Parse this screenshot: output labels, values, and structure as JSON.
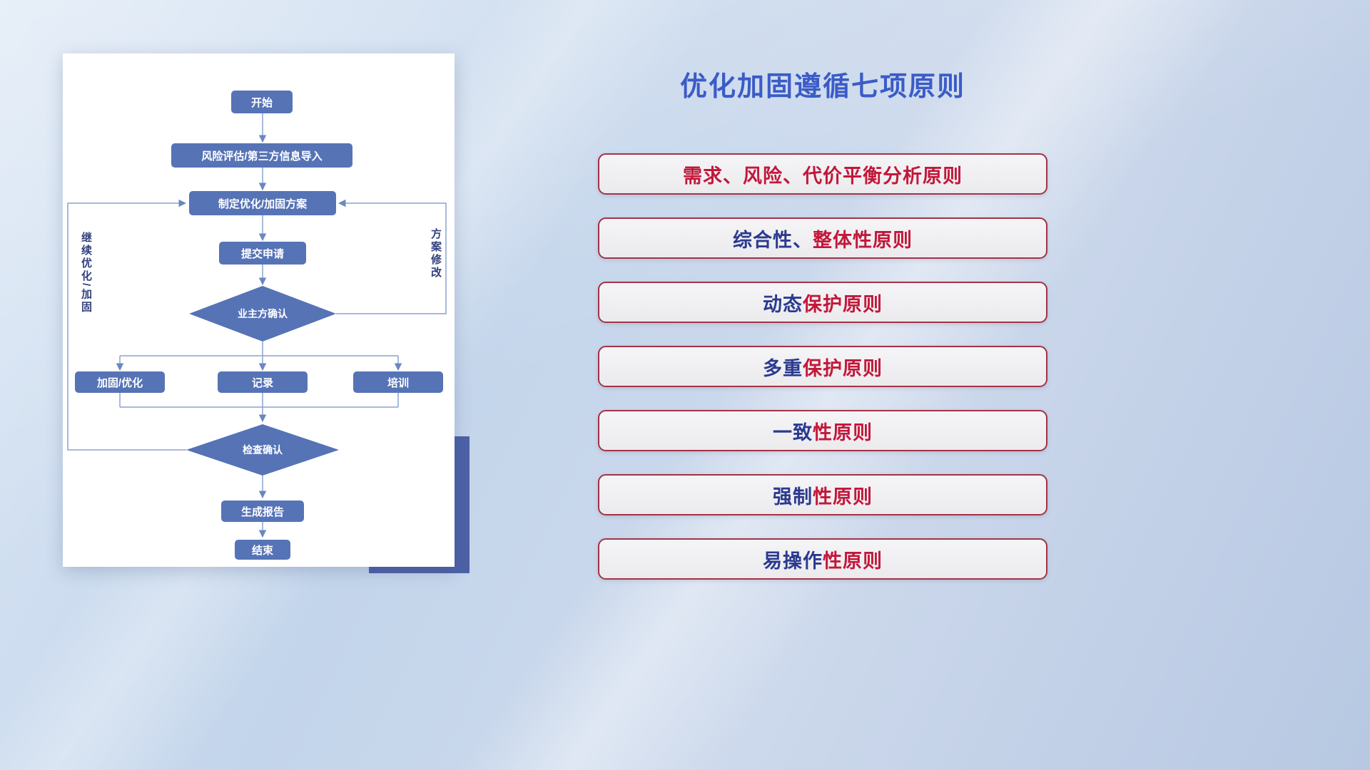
{
  "colors": {
    "red": "#c2183a",
    "blue": "#2b3a8f",
    "title_blue": "#3b5bc7",
    "node_fill": "#5673b6",
    "connector": "#8aa2cf",
    "accent_rect": "#4d61a6"
  },
  "right_panel": {
    "title": "优化加固遵循七项原则"
  },
  "principles": {
    "items": [
      {
        "segments": [
          {
            "text": "需求、风险、代价平衡分析原则",
            "color": "red"
          }
        ]
      },
      {
        "segments": [
          {
            "text": "综合性、",
            "color": "blue"
          },
          {
            "text": "整体性原则",
            "color": "red"
          }
        ]
      },
      {
        "segments": [
          {
            "text": "动态",
            "color": "blue"
          },
          {
            "text": "保护原则",
            "color": "red"
          }
        ]
      },
      {
        "segments": [
          {
            "text": "多重",
            "color": "blue"
          },
          {
            "text": "保护原则",
            "color": "red"
          }
        ]
      },
      {
        "segments": [
          {
            "text": "一致",
            "color": "blue"
          },
          {
            "text": "性原则",
            "color": "red"
          }
        ]
      },
      {
        "segments": [
          {
            "text": "强制",
            "color": "blue"
          },
          {
            "text": "性原则",
            "color": "red"
          }
        ]
      },
      {
        "segments": [
          {
            "text": "易操作",
            "color": "blue"
          },
          {
            "text": "性原则",
            "color": "red"
          }
        ]
      }
    ]
  },
  "flowchart": {
    "nodes": {
      "start": "开始",
      "risk_import": "风险评估/第三方信息导入",
      "make_plan": "制定优化/加固方案",
      "submit": "提交申请",
      "owner_confirm": "业主方确认",
      "reinforce": "加固/优化",
      "record": "记录",
      "training": "培训",
      "check_confirm": "检查确认",
      "report": "生成报告",
      "end": "结束"
    },
    "labels": {
      "continue_loop": "继续优化/加固",
      "plan_revise": "方案修改"
    }
  }
}
